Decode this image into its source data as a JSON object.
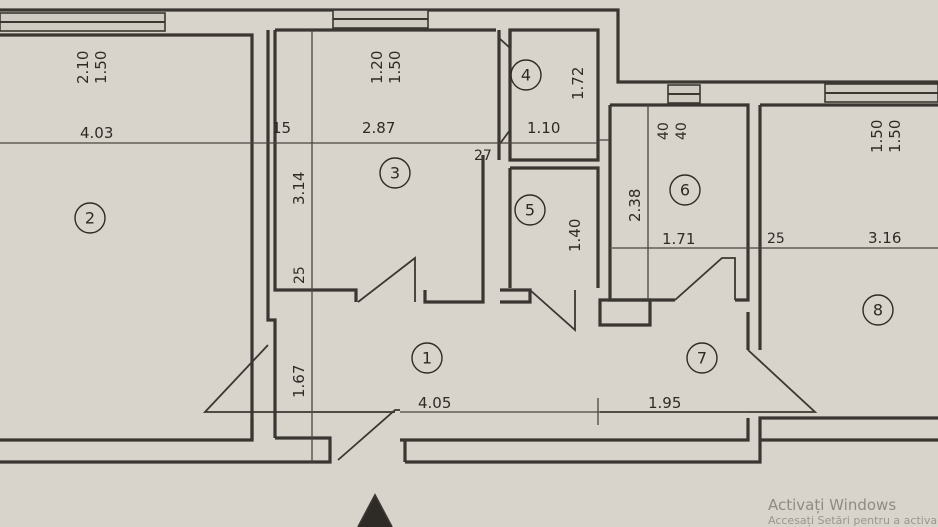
{
  "rooms": [
    "1",
    "2",
    "3",
    "4",
    "5",
    "6",
    "7",
    "8"
  ],
  "dims": {
    "r2_window_top": "2.10",
    "r2_window_bottom": "1.50",
    "r3_window_top": "1.20",
    "r3_window_bottom": "1.50",
    "r8_window_top": "1.50",
    "r8_window_bottom": "1.50",
    "r6_window_top": "40",
    "r6_window_bottom": "40",
    "r2_width": "4.03",
    "wall_15": "15",
    "r3_width": "2.87",
    "r4_width": "1.10",
    "r4_height": "1.72",
    "r3_height": "3.14",
    "wall_25_left": "25",
    "wall_27": "27",
    "r5_height": "1.40",
    "r6_height": "2.38",
    "r6_width": "1.71",
    "wall_25_right": "25",
    "r8_width": "3.16",
    "r1_height": "1.67",
    "r1_width": "4.05",
    "r7_width": "1.95"
  },
  "watermark": {
    "line1": "Activați Windows",
    "line2": "Accesați Setări pentru a activa"
  }
}
